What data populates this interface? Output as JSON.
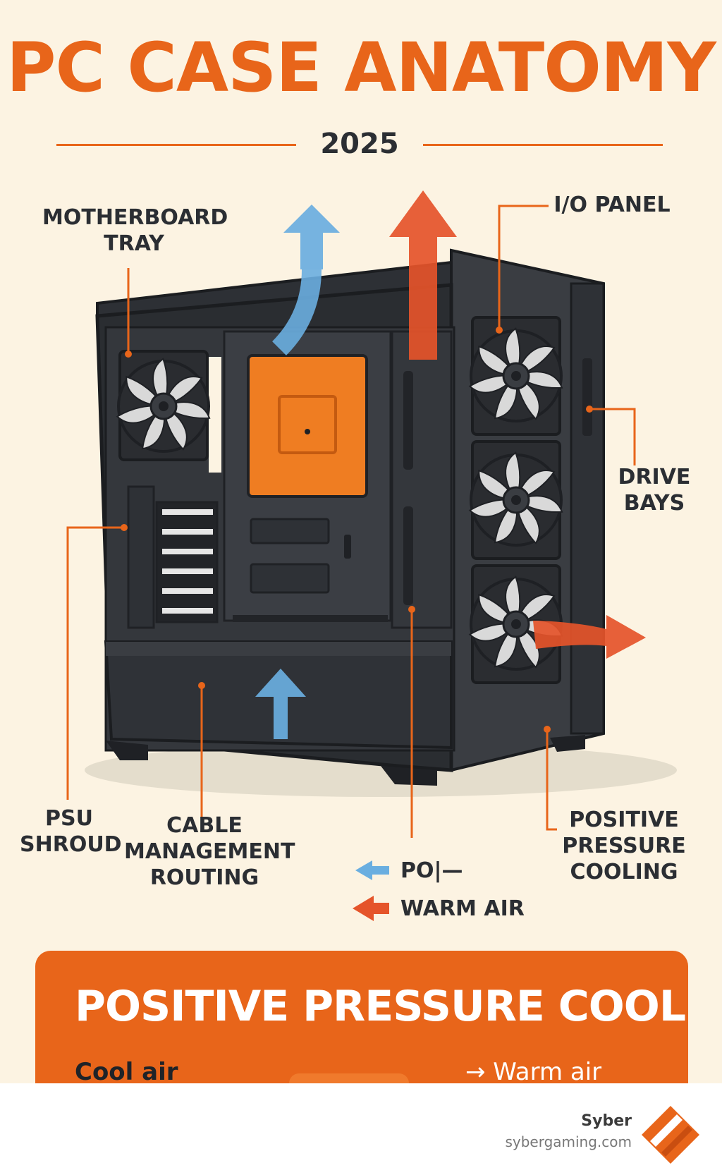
{
  "header": {
    "title": "PC CASE ANATOMY",
    "year": "2025"
  },
  "labels": {
    "motherboard_tray": [
      "MOTHERBOARD",
      "TRAY"
    ],
    "io_panel": [
      "I/O PANEL"
    ],
    "drive_bays": [
      "DRIVE",
      "BAYS"
    ],
    "psu_shroud": [
      "PSU",
      "SHROUD"
    ],
    "cable_management": [
      "CABLE",
      "MANAGEMENT",
      "ROUTING"
    ],
    "positive_pressure": [
      "POSITIVE",
      "PRESSURE",
      "COOLING"
    ]
  },
  "legend": {
    "cool_label": "PO|—",
    "warm_label": "WARM AIR"
  },
  "banner": {
    "title": "POSITIVE PRESSURE COOLING",
    "cool_text": "Cool air",
    "warm_text": "→ Warm air"
  },
  "footer": {
    "brand": "Syber",
    "url": "sybergaming.com"
  },
  "colors": {
    "accent": "#e8651a",
    "cool": "#6aaee0",
    "warm": "#e5542a",
    "case": "#34373c",
    "background": "#fcf3e2"
  }
}
